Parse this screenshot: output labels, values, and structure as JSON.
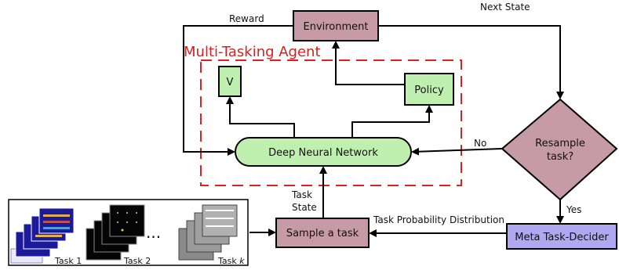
{
  "nodes": {
    "environment": "Environment",
    "policy": "Policy",
    "v": "V",
    "dnn": "Deep Neural Network",
    "resample_line1": "Resample",
    "resample_line2": "task?",
    "sample_task": "Sample a task",
    "meta": "Meta Task-Decider"
  },
  "agent_label": "Multi-Tasking Agent",
  "edges": {
    "reward": "Reward",
    "next_state": "Next State",
    "no": "No",
    "yes": "Yes",
    "task_state_line1": "Task",
    "task_state_line2": "State",
    "task_prob": "Task Probability Distribution"
  },
  "tasks": {
    "task1": "Task 1",
    "task2": "Task 2",
    "task_k_prefix": "Task ",
    "task_k_var": "k",
    "ellipsis": "..."
  },
  "colors": {
    "pink": "#c79aa8",
    "green": "#bff0b0",
    "purple": "#b0a8f0",
    "agent_border": "#e02020"
  }
}
